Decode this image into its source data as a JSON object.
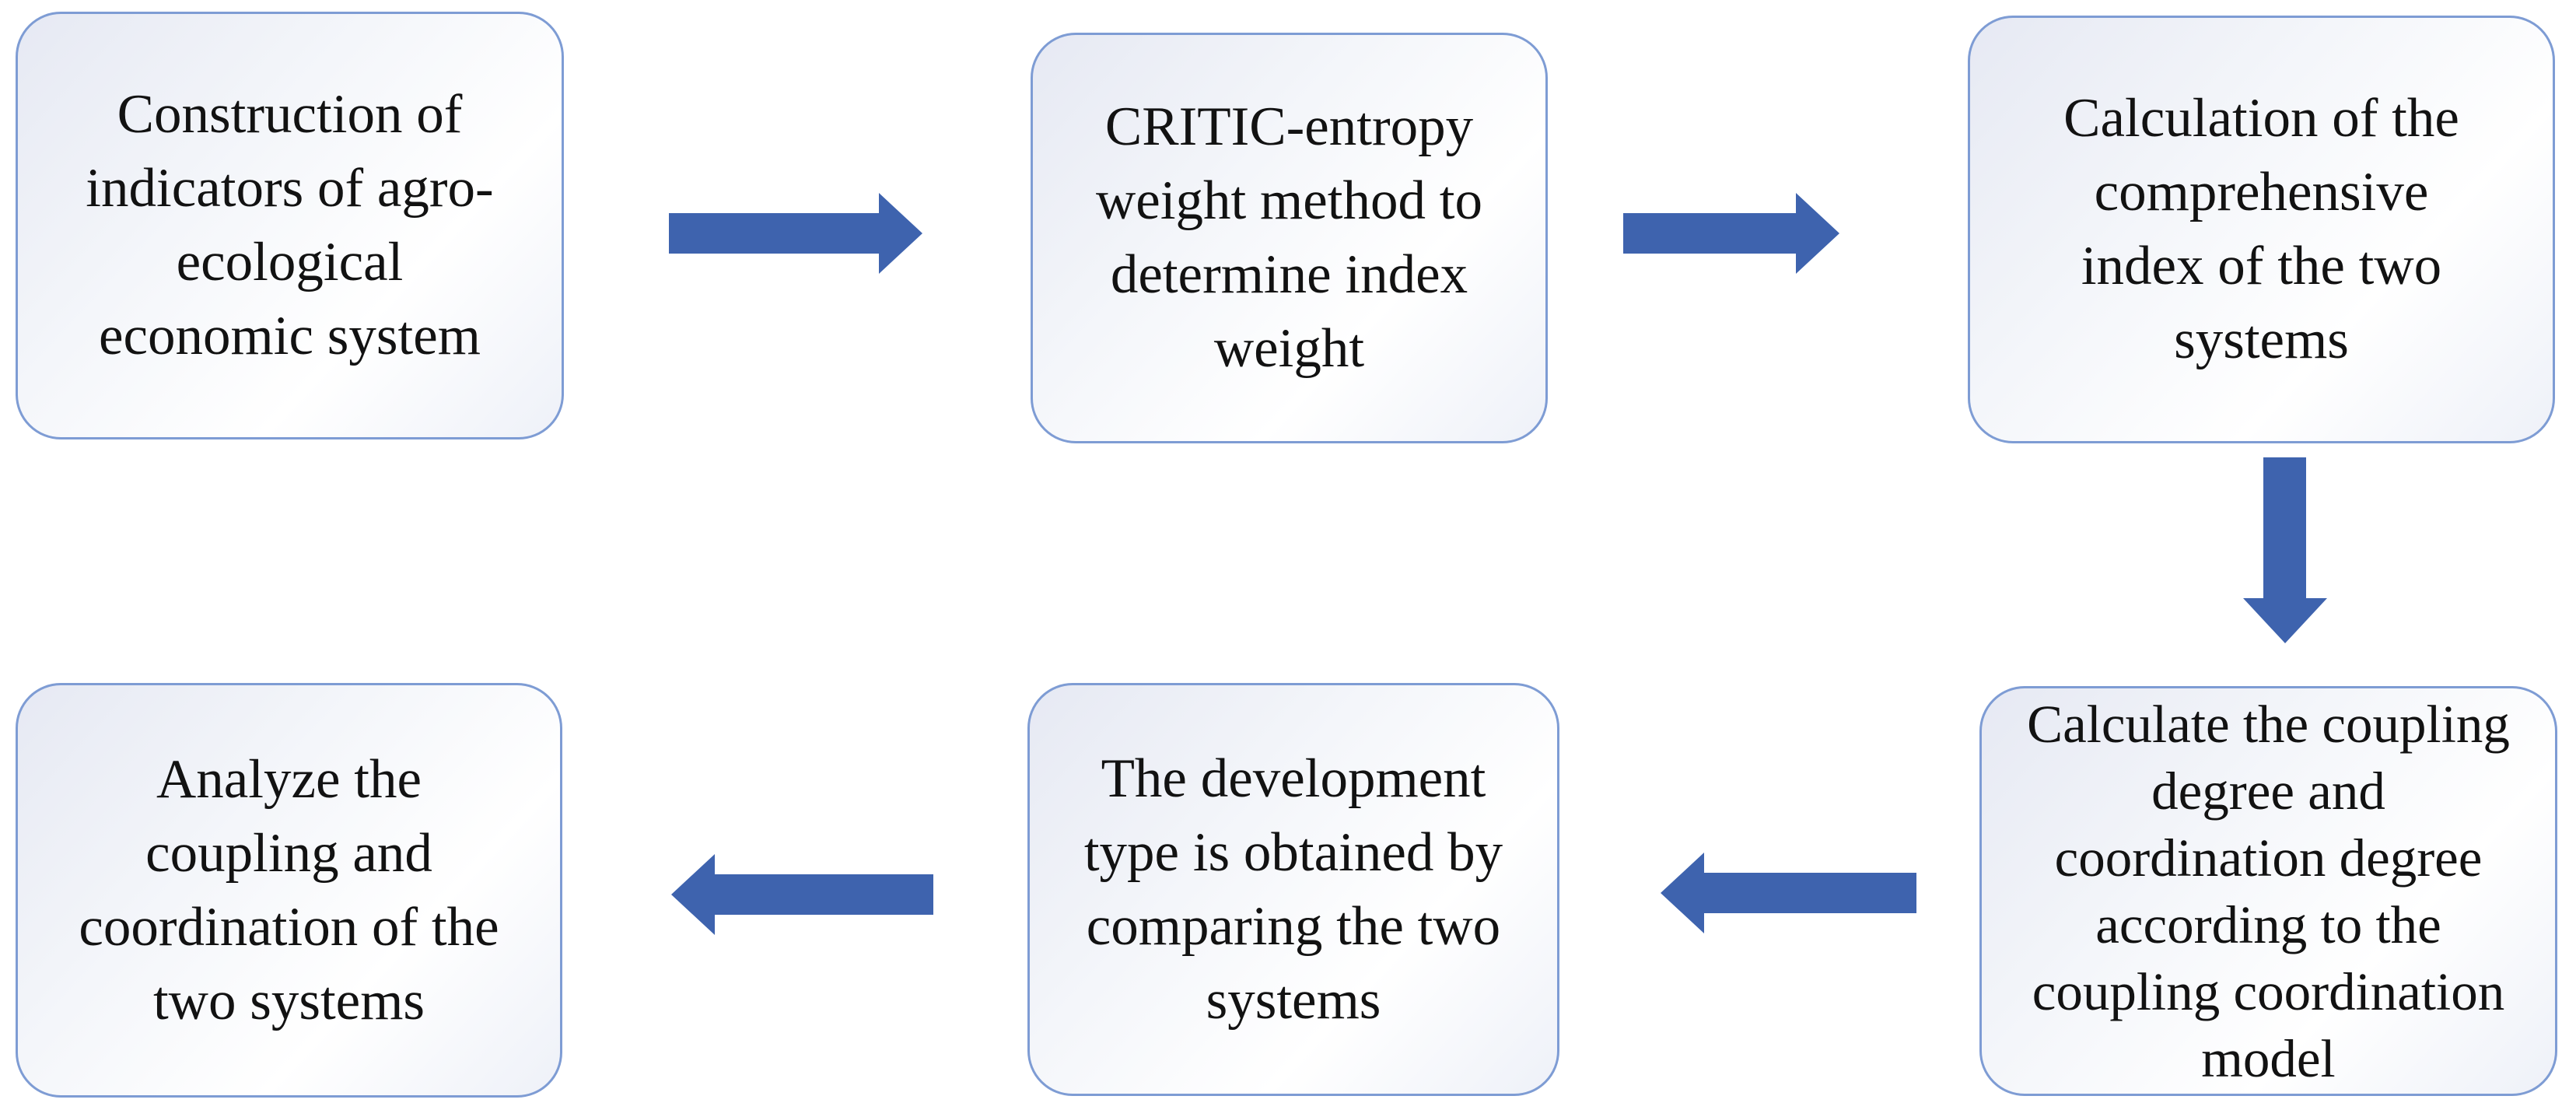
{
  "palette": {
    "arrow_fill": "#3e63ae",
    "box_border": "#7e9cd4",
    "box_fill_light": "#e6e9f3",
    "box_fill_white": "#ffffff",
    "text_color": "#121212",
    "background": "#ffffff"
  },
  "flowchart": {
    "steps": [
      {
        "id": 1,
        "lines": [
          "Construction of",
          "indicators of agro-",
          "ecological",
          "economic system"
        ]
      },
      {
        "id": 2,
        "lines": [
          "CRITIC-entropy",
          "weight method to",
          "determine index",
          "weight"
        ]
      },
      {
        "id": 3,
        "lines": [
          "Calculation of the",
          "comprehensive",
          "index of the two",
          "systems"
        ]
      },
      {
        "id": 4,
        "lines": [
          "Calculate the coupling",
          "degree and",
          "coordination degree",
          "according to the",
          "coupling coordination",
          "model"
        ]
      },
      {
        "id": 5,
        "lines": [
          "The development",
          "type is obtained by",
          "comparing the two",
          "systems"
        ]
      },
      {
        "id": 6,
        "lines": [
          "Analyze the",
          "coupling and",
          "coordination of the",
          "two systems"
        ]
      }
    ],
    "connections": [
      {
        "from": 1,
        "to": 2,
        "direction": "right"
      },
      {
        "from": 2,
        "to": 3,
        "direction": "right"
      },
      {
        "from": 3,
        "to": 4,
        "direction": "down"
      },
      {
        "from": 4,
        "to": 5,
        "direction": "left"
      },
      {
        "from": 5,
        "to": 6,
        "direction": "left"
      }
    ]
  }
}
